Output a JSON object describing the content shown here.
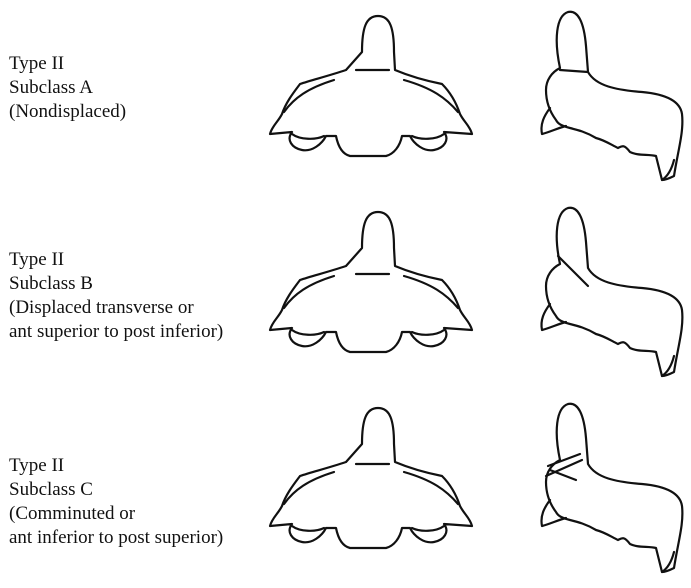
{
  "rows": [
    {
      "type_label": "Type II",
      "subclass_label": "Subclass A",
      "desc_line1": "(Nondisplaced)",
      "desc_line2": ""
    },
    {
      "type_label": "Type II",
      "subclass_label": "Subclass B",
      "desc_line1": "(Displaced transverse or",
      "desc_line2": "ant superior to post inferior)"
    },
    {
      "type_label": "Type II",
      "subclass_label": "Subclass C",
      "desc_line1": "(Comminuted or",
      "desc_line2": "ant inferior to post superior)"
    }
  ],
  "colors": {
    "stroke": "#111111",
    "background": "#ffffff"
  }
}
